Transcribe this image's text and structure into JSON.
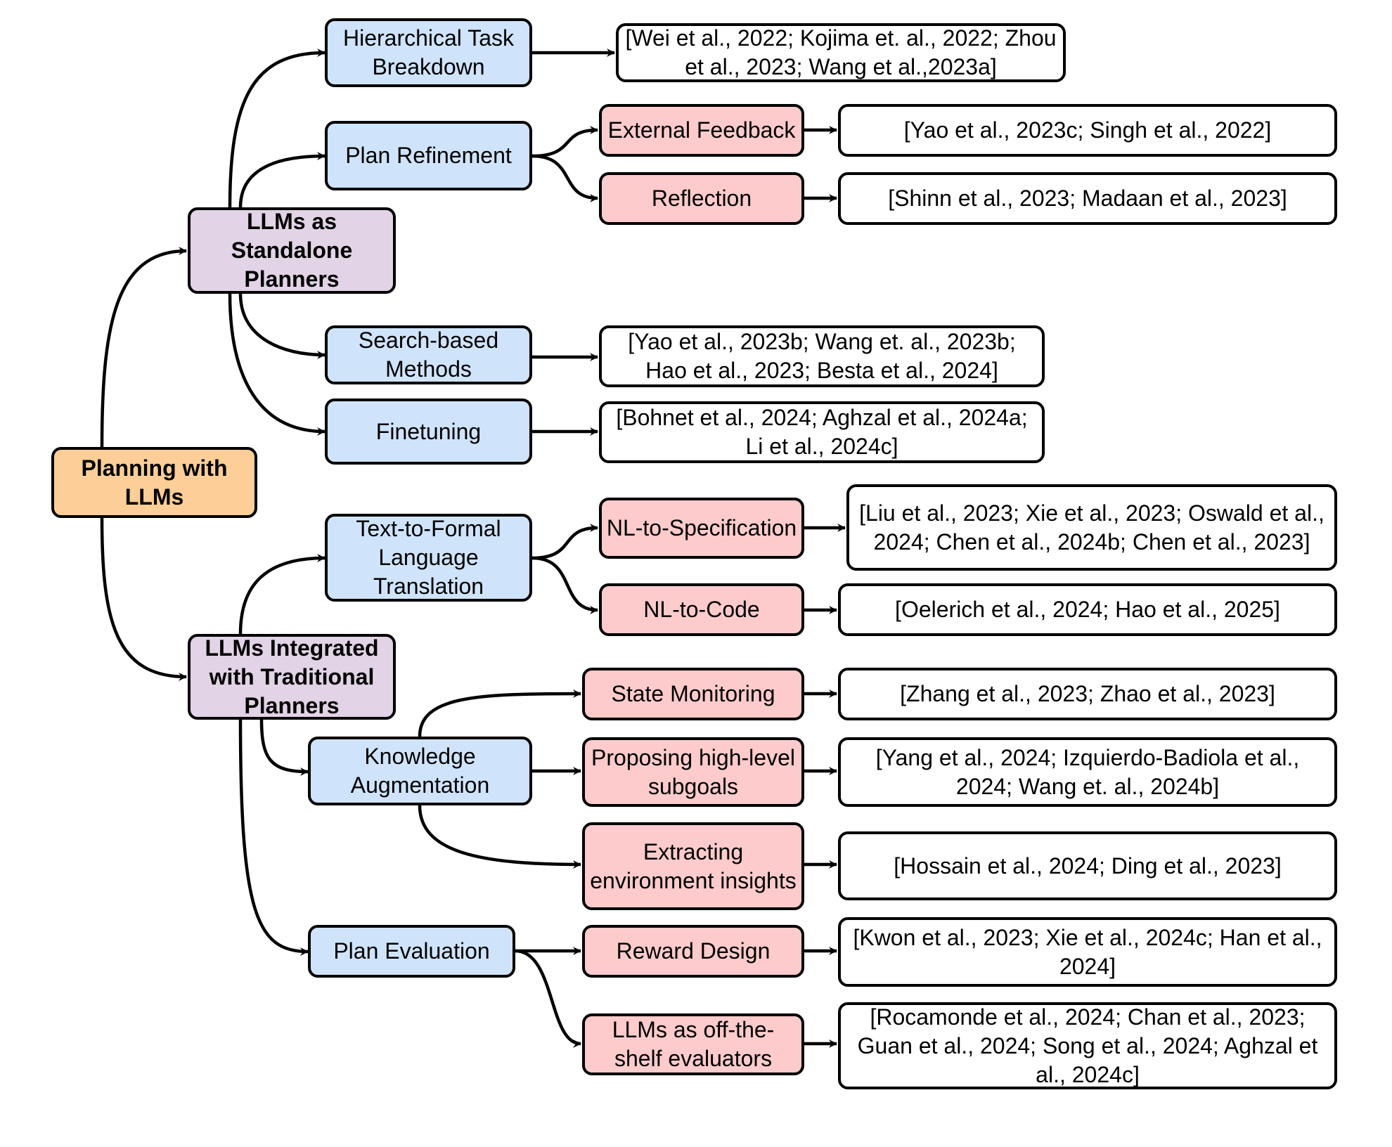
{
  "diagram": {
    "root": {
      "label": "Planning with LLMs"
    },
    "standalone": {
      "label": "LLMs as Standalone Planners",
      "hierarchical": {
        "label": "Hierarchical Task Breakdown",
        "refs": "[Wei et al., 2022; Kojima et. al., 2022; Zhou et al., 2023; Wang et al.,2023a]"
      },
      "refinement": {
        "label": "Plan Refinement",
        "external_feedback": {
          "label": "External Feedback",
          "refs": "[Yao et al., 2023c; Singh et al., 2022]"
        },
        "reflection": {
          "label": "Reflection",
          "refs": "[Shinn et al., 2023; Madaan et al., 2023]"
        }
      },
      "search": {
        "label": "Search-based Methods",
        "refs": "[Yao et al., 2023b; Wang et. al., 2023b; Hao et al., 2023; Besta et al., 2024]"
      },
      "finetuning": {
        "label": "Finetuning",
        "refs": "[Bohnet et al., 2024; Aghzal et al., 2024a; Li et al., 2024c]"
      }
    },
    "integrated": {
      "label": "LLMs Integrated with Traditional Planners",
      "translation": {
        "label": "Text-to-Formal Language Translation",
        "nl_spec": {
          "label": "NL-to-Specification",
          "refs": "[Liu et al., 2023; Xie et al., 2023; Oswald et al., 2024; Chen et al., 2024b; Chen et al., 2023]"
        },
        "nl_code": {
          "label": "NL-to-Code",
          "refs": "[Oelerich et al., 2024; Hao et al., 2025]"
        }
      },
      "knowledge": {
        "label": "Knowledge Augmentation",
        "state_monitoring": {
          "label": "State Monitoring",
          "refs": "[Zhang et al., 2023; Zhao et al., 2023]"
        },
        "subgoals": {
          "label": "Proposing high-level subgoals",
          "refs": "[Yang et al., 2024;  Izquierdo-Badiola et al., 2024; Wang et. al., 2024b]"
        },
        "env_insights": {
          "label": "Extracting environment insights",
          "refs": "[Hossain et al., 2024; Ding et al., 2023]"
        }
      },
      "evaluation": {
        "label": "Plan Evaluation",
        "reward": {
          "label": "Reward Design",
          "refs": "[Kwon et al., 2023; Xie et al., 2024c; Han et al., 2024]"
        },
        "evaluators": {
          "label": "LLMs as off-the-shelf evaluators",
          "refs": "[Rocamonde et al., 2024; Chan et al., 2023; Guan et al., 2024; Song et al., 2024; Aghzal et al.,  2024c]"
        }
      }
    }
  }
}
